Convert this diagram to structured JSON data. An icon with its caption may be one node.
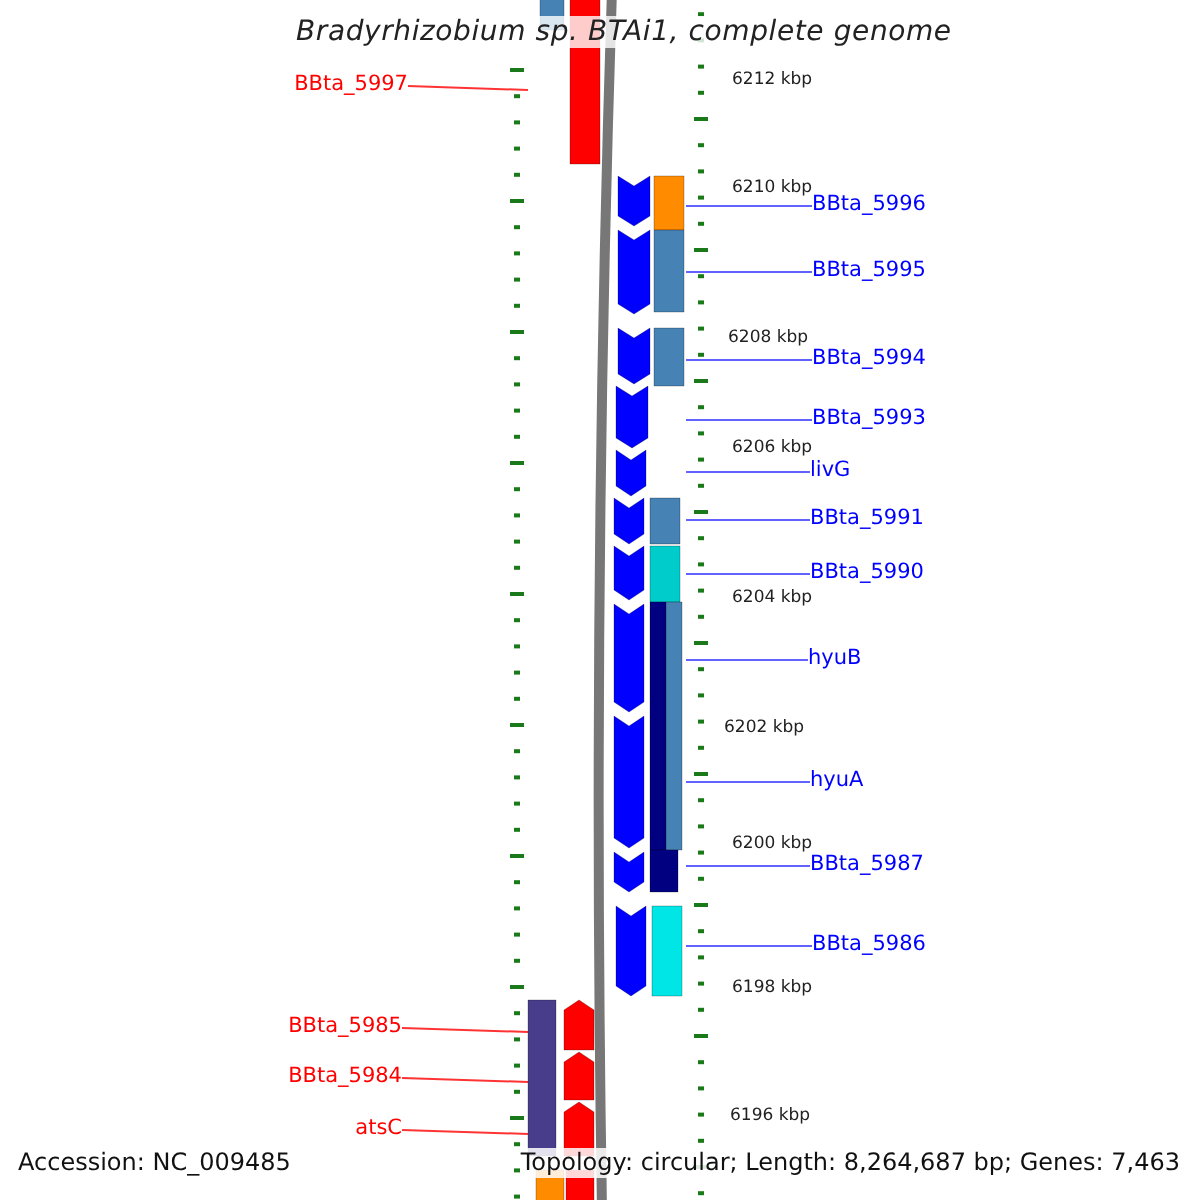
{
  "diagram": {
    "title": "Bradyrhizobium sp. BTAi1, complete genome",
    "nodes": [
      {
        "text": [
          "BBta_5997"
        ]
      },
      {
        "text": [
          "BBta_5996"
        ]
      },
      {
        "text": [
          "BBta_5995"
        ]
      },
      {
        "text": [
          "BBta_5994"
        ]
      },
      {
        "text": [
          "BBta_5993"
        ]
      },
      {
        "text": [
          "livG"
        ]
      },
      {
        "text": [
          "BBta_5991"
        ]
      },
      {
        "text": [
          "BBta_5990"
        ]
      },
      {
        "text": [
          "hyuB"
        ]
      },
      {
        "text": [
          "hyuA"
        ]
      },
      {
        "text": [
          "BBta_5987"
        ]
      },
      {
        "text": [
          "BBta_5986"
        ]
      },
      {
        "text": [
          "BBta_5985"
        ]
      },
      {
        "text": [
          "BBta_5984"
        ]
      },
      {
        "text": [
          "atsC"
        ]
      },
      {
        "text": [],
        "shape": "picture"
      }
    ],
    "edges": [
      {
        "from": 0,
        "to": 15,
        "arrow": "none",
        "color": "#ff0000"
      },
      {
        "from": 1,
        "to": 15,
        "arrow": "none"
      },
      {
        "from": 2,
        "to": 15,
        "arrow": "none"
      },
      {
        "from": 3,
        "to": 15,
        "arrow": "none"
      },
      {
        "from": 4,
        "to": 15,
        "arrow": "none"
      },
      {
        "from": 5,
        "to": 15,
        "arrow": "none"
      },
      {
        "from": 6,
        "to": 15,
        "arrow": "none"
      },
      {
        "from": 7,
        "to": 15,
        "arrow": "none"
      },
      {
        "from": 8,
        "to": 15,
        "arrow": "none"
      },
      {
        "from": 9,
        "to": 15,
        "arrow": "none"
      },
      {
        "from": 10,
        "to": 15,
        "arrow": "none"
      },
      {
        "from": 11,
        "to": 15,
        "arrow": "none"
      },
      {
        "from": 12,
        "to": 15,
        "arrow": "none",
        "color": "#ff0000"
      },
      {
        "from": 13,
        "to": 15,
        "arrow": "none",
        "color": "#ff0000"
      },
      {
        "from": 14,
        "to": 15,
        "arrow": "none",
        "color": "#ff0000"
      }
    ],
    "labels": [
      "6212 kbp",
      "6210 kbp",
      "6208 kbp",
      "6206 kbp",
      "6204 kbp",
      "6202 kbp",
      "6200 kbp",
      "6198 kbp",
      "6196 kbp",
      "Accession: NC_009485",
      "Topology: circular; Length: 8,264,687 bp; Genes: 7,463"
    ]
  }
}
